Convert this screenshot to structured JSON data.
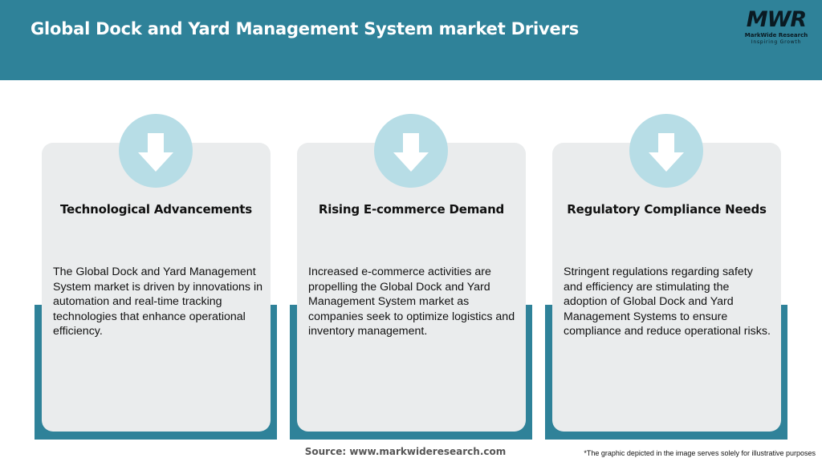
{
  "header": {
    "title": "Global Dock and Yard Management System market Drivers",
    "background_color": "#2f8299"
  },
  "logo": {
    "mark": "MWR",
    "name": "MarkWide Research",
    "tagline": "Inspiring Growth"
  },
  "cards": [
    {
      "icon": "down-arrow-icon",
      "title": "Technological Advancements",
      "body": "The Global Dock and Yard Management System market is driven by innovations in automation and real-time tracking technologies that enhance operational efficiency."
    },
    {
      "icon": "down-arrow-icon",
      "title": "Rising E-commerce Demand",
      "body": "Increased e-commerce activities are propelling the Global Dock and Yard Management System market as companies seek to optimize logistics and inventory management."
    },
    {
      "icon": "down-arrow-icon",
      "title": "Regulatory Compliance Needs",
      "body": "Stringent regulations regarding safety and efficiency are stimulating the adoption of Global Dock and Yard Management Systems to ensure compliance and reduce operational risks."
    }
  ],
  "footer": {
    "source": "Source: www.markwideresearch.com",
    "disclaimer": "*The graphic depicted in the image serves solely for illustrative purposes"
  },
  "colors": {
    "accent": "#2f8299",
    "card_background": "#eaeced",
    "icon_circle": "#b7dde6"
  }
}
